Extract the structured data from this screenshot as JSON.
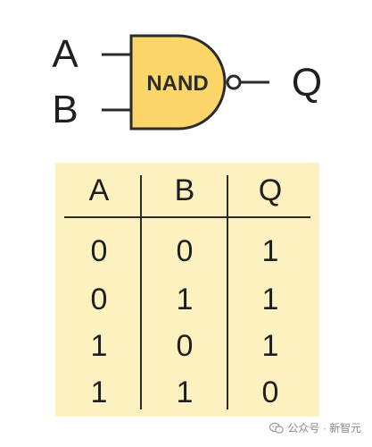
{
  "gate": {
    "label": "NAND",
    "input_a": "A",
    "input_b": "B",
    "output": "Q",
    "fill_color": "#fcd669",
    "stroke_color": "#2b2b2b"
  },
  "table": {
    "headers": [
      "A",
      "B",
      "Q"
    ],
    "rows": [
      [
        "0",
        "0",
        "1"
      ],
      [
        "0",
        "1",
        "1"
      ],
      [
        "1",
        "0",
        "1"
      ],
      [
        "1",
        "1",
        "0"
      ]
    ],
    "background": "#fdf2bf"
  },
  "watermark": {
    "text": "公众号 · 新智元",
    "icon": "wechat-icon"
  }
}
